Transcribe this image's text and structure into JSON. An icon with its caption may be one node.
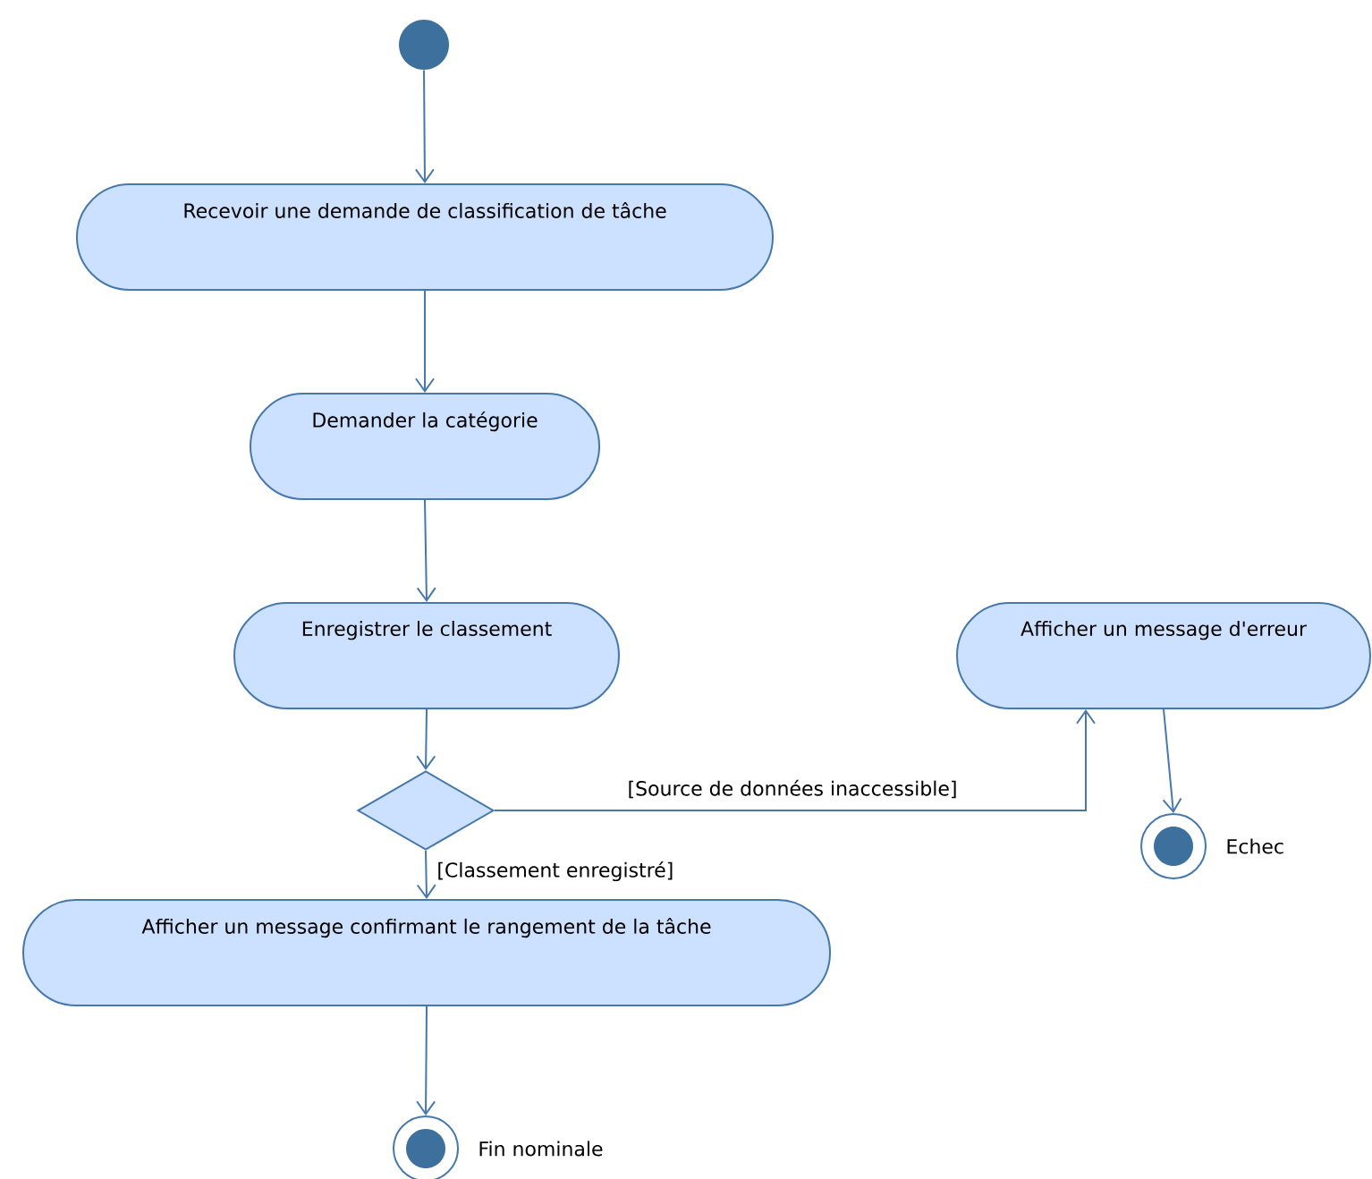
{
  "diagram": {
    "nodes": [
      {
        "text": [],
        "shape": "circle"
      },
      {
        "text": [
          "Recevoir une demande de classification de tâche"
        ]
      },
      {
        "text": [
          "Demander la catégorie"
        ]
      },
      {
        "text": [
          "Enregistrer le classement"
        ]
      },
      {
        "text": [],
        "shape": "diamond"
      },
      {
        "text": [
          "Afficher un message d'erreur"
        ]
      },
      {
        "text": [
          "Afficher un message confirmant le rangement de la tâche"
        ]
      },
      {
        "text": [],
        "shape": "bullseye",
        "beside": [
          "Echec"
        ]
      },
      {
        "text": [],
        "shape": "bullseye",
        "beside": [
          "Fin nominale"
        ]
      }
    ],
    "edges": [
      {
        "from": 0,
        "to": 1,
        "arrow": "to"
      },
      {
        "from": 1,
        "to": 2,
        "arrow": "to"
      },
      {
        "from": 2,
        "to": 3,
        "arrow": "to"
      },
      {
        "from": 3,
        "to": 4,
        "arrow": "to"
      },
      {
        "from": 4,
        "to": 5,
        "arrow": "to",
        "label": "[Source de données inaccessible]"
      },
      {
        "from": 4,
        "to": 6,
        "arrow": "to",
        "label": "[Classement enregistré]"
      },
      {
        "from": 5,
        "to": 7,
        "arrow": "to"
      },
      {
        "from": 6,
        "to": 8,
        "arrow": "to"
      }
    ]
  }
}
